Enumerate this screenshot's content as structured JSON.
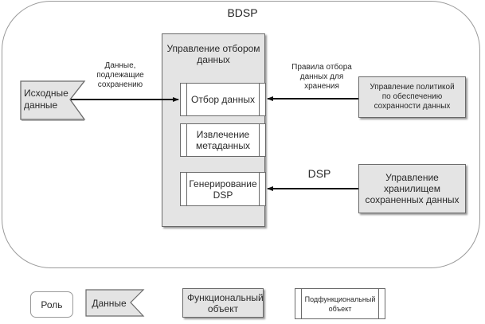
{
  "role": {
    "title": "BDSP"
  },
  "functional_objects": {
    "main": {
      "title": "Управление отбором данных"
    },
    "policy": {
      "label": "Управление политикой по обеспечению сохранности данных"
    },
    "storage": {
      "label": "Управление хранилищем сохраненных данных"
    }
  },
  "subfunctional_objects": [
    {
      "label": "Отбор данных"
    },
    {
      "label": "Извлечение метаданных"
    },
    {
      "label": "Генерирование DSP"
    }
  ],
  "data_objects": {
    "source": {
      "label": "Исходные данные"
    }
  },
  "arrows": [
    {
      "from": "Исходные данные",
      "to": "Отбор данных",
      "label": "Данные, подлежащие сохранению"
    },
    {
      "from": "Управление политикой по обеспечению сохранности данных",
      "to": "Отбор данных",
      "label": "Правила отбора данных для хранения"
    },
    {
      "from": "Управление хранилищем сохраненных данных",
      "to": "Генерирование DSP",
      "label": "DSP"
    }
  ],
  "legend": {
    "role": "Роль",
    "data": "Данные",
    "functional": "Функциональный объект",
    "subfunctional": "Подфункциональный объект"
  },
  "colors": {
    "fill_gray": "#e4e4e4",
    "stroke": "#6a6a6a",
    "arrow": "#111111",
    "role_border": "#9a9a9a"
  }
}
